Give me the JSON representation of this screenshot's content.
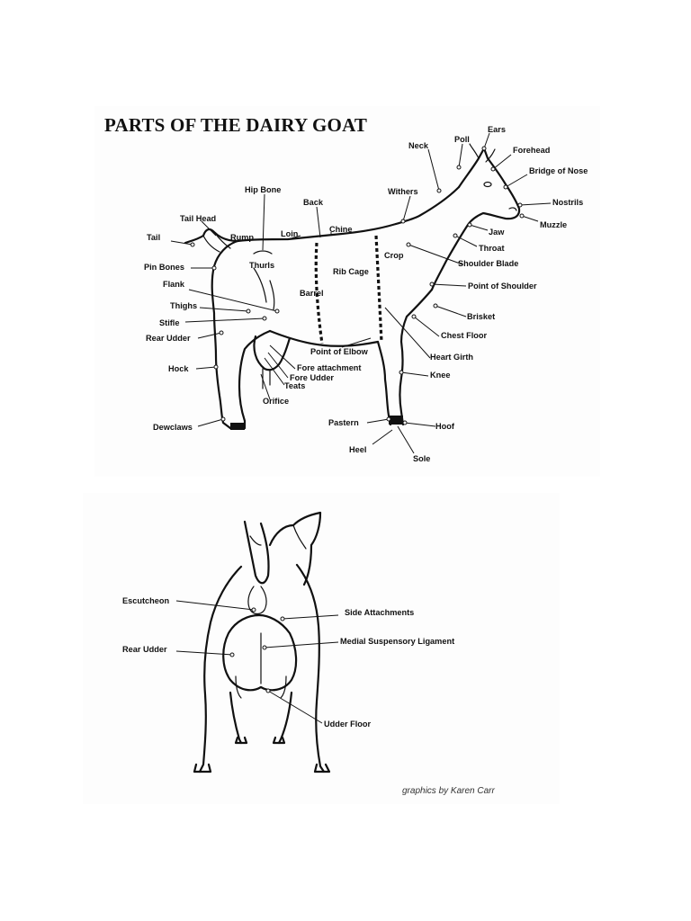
{
  "title": "PARTS OF THE DAIRY GOAT",
  "side_view": {
    "labels": {
      "ears": "Ears",
      "poll": "Poll",
      "neck": "Neck",
      "forehead": "Forehead",
      "bridge_of_nose": "Bridge of Nose",
      "withers": "Withers",
      "hip_bone": "Hip Bone",
      "back": "Back",
      "nostrils": "Nostrils",
      "tail_head": "Tail Head",
      "muzzle": "Muzzle",
      "chine": "Chine",
      "loin": "Loin",
      "rump": "Rump",
      "tail": "Tail",
      "jaw": "Jaw",
      "throat": "Throat",
      "crop": "Crop",
      "shoulder_blade": "Shoulder Blade",
      "thurls": "Thurls",
      "pin_bones": "Pin Bones",
      "rib_cage": "Rib Cage",
      "flank": "Flank",
      "point_of_shoulder": "Point of Shoulder",
      "barrel": "Barrel",
      "thighs": "Thighs",
      "brisket": "Brisket",
      "stifle": "Stifle",
      "rear_udder": "Rear Udder",
      "chest_floor": "Chest Floor",
      "point_of_elbow": "Point of Elbow",
      "heart_girth": "Heart Girth",
      "hock": "Hock",
      "fore_attachment": "Fore attachment",
      "fore_udder": "Fore Udder",
      "knee": "Knee",
      "teats": "Teats",
      "orifice": "Orifice",
      "pastern": "Pastern",
      "dewclaws": "Dewclaws",
      "hoof": "Hoof",
      "heel": "Heel",
      "sole": "Sole"
    }
  },
  "rear_view": {
    "labels": {
      "escutcheon": "Escutcheon",
      "side_attachments": "Side Attachments",
      "rear_udder": "Rear Udder",
      "medial_suspensory_ligament": "Medial Suspensory Ligament",
      "udder_floor": "Udder Floor"
    }
  },
  "credit": "graphics by Karen Carr"
}
